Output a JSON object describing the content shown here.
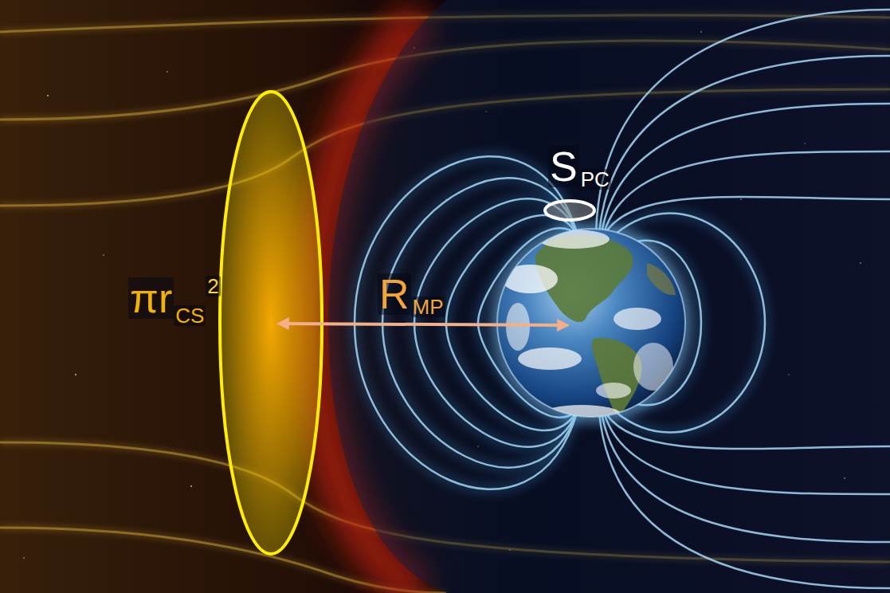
{
  "diagram": {
    "labels": [
      "πr",
      "CS",
      "2",
      "R",
      "MP",
      "S",
      "PC"
    ]
  }
}
